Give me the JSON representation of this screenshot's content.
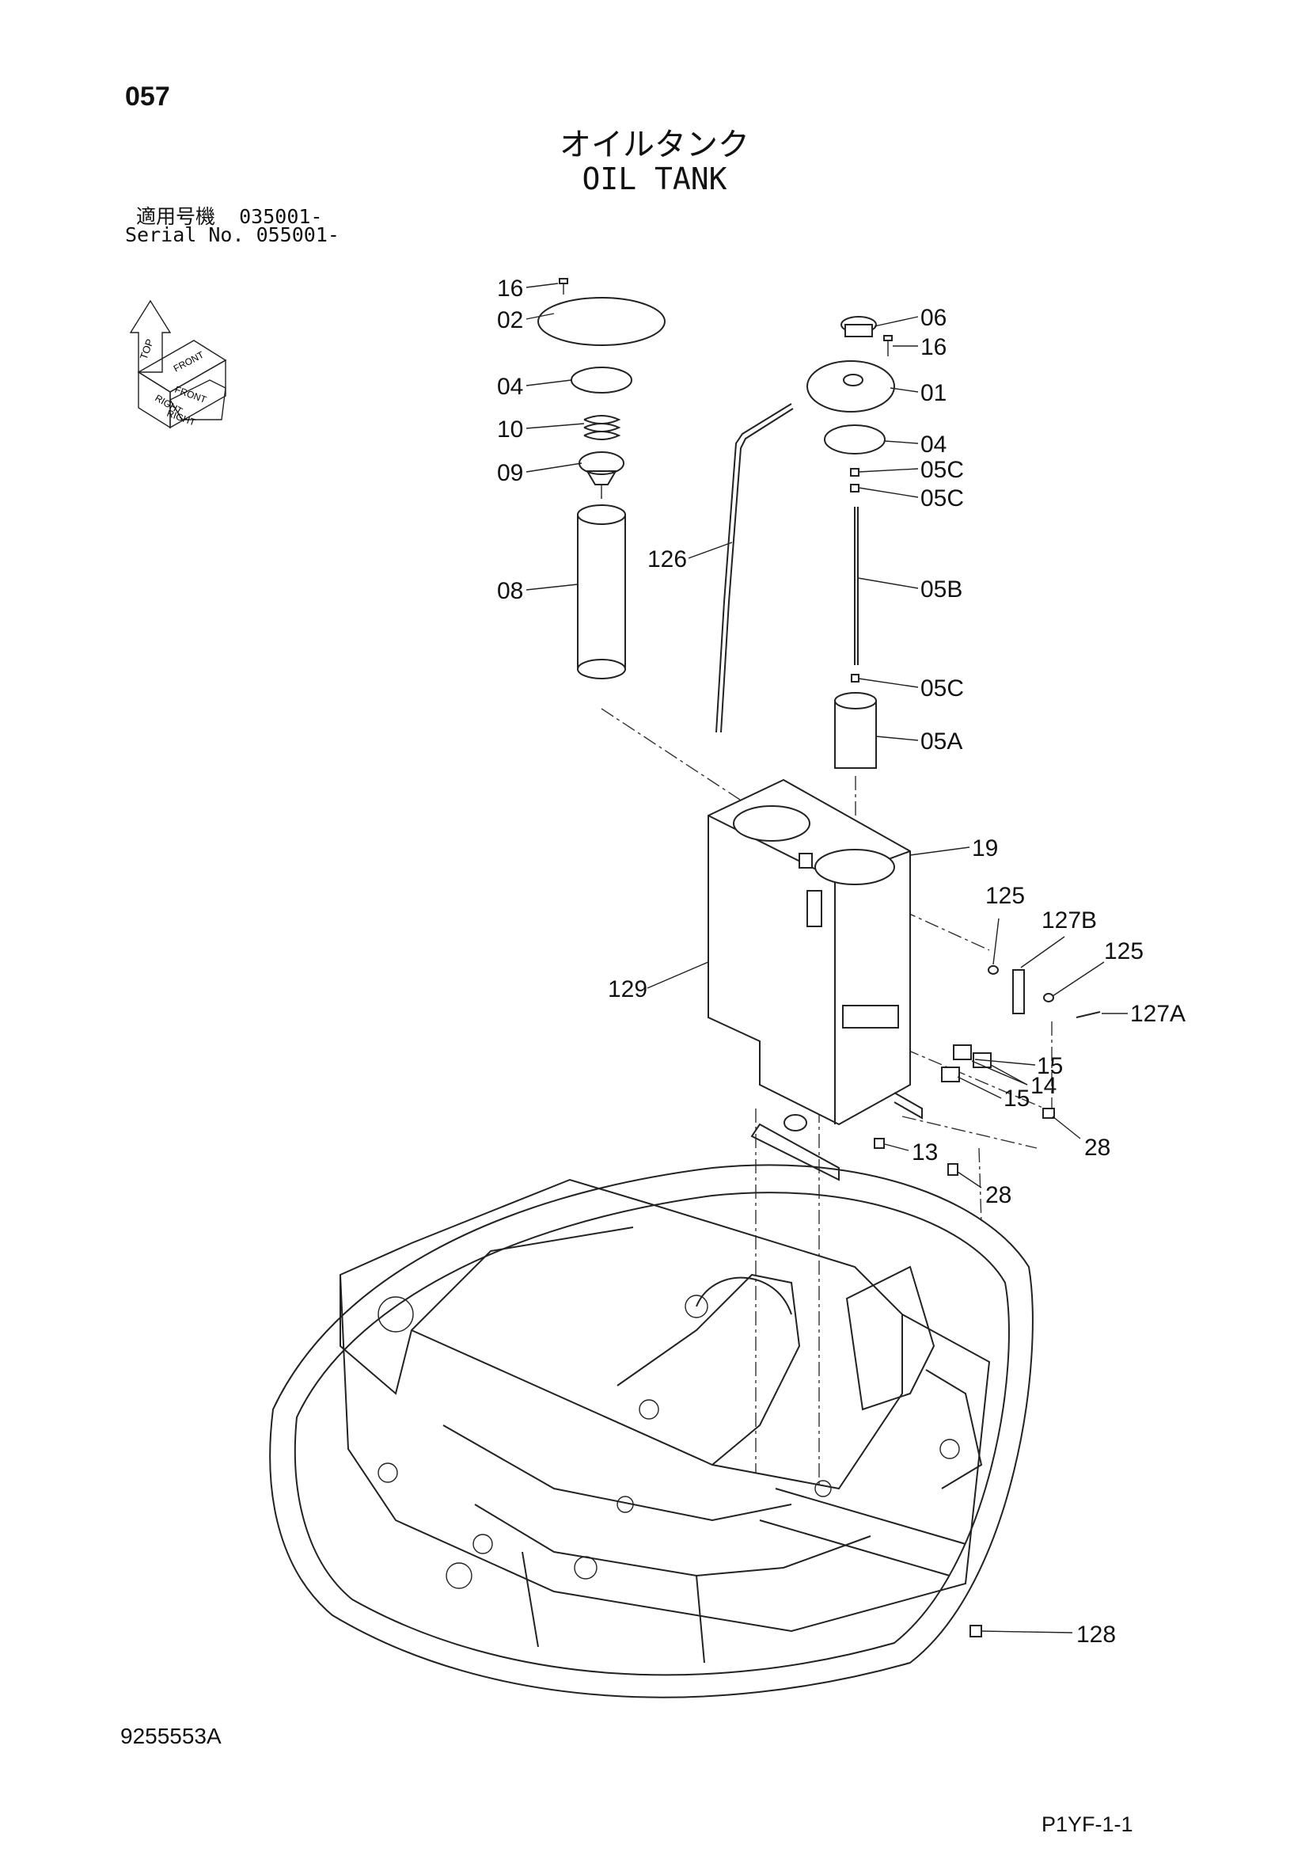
{
  "page_number": "057",
  "title_ja": "オイルタンク",
  "title_en": "OIL TANK",
  "serial": {
    "label_ja": "適用号機",
    "value_ja": "035001-",
    "label_en": "Serial No.",
    "value_en": "055001-"
  },
  "orientation_icon": {
    "icon": "direction-cube-icon",
    "labels": [
      "TOP",
      "FRONT",
      "RIGHT",
      "FRONT",
      "RIGHT"
    ]
  },
  "callouts": [
    "16",
    "02",
    "04",
    "10",
    "09",
    "08",
    "126",
    "06",
    "16",
    "01",
    "04",
    "05C",
    "05C",
    "05B",
    "05C",
    "05A",
    "19",
    "129",
    "125",
    "127B",
    "125",
    "127A",
    "15",
    "14",
    "15",
    "28",
    "13",
    "28",
    "128"
  ],
  "doc_number": "9255553A",
  "page_code": "P1YF-1-1"
}
